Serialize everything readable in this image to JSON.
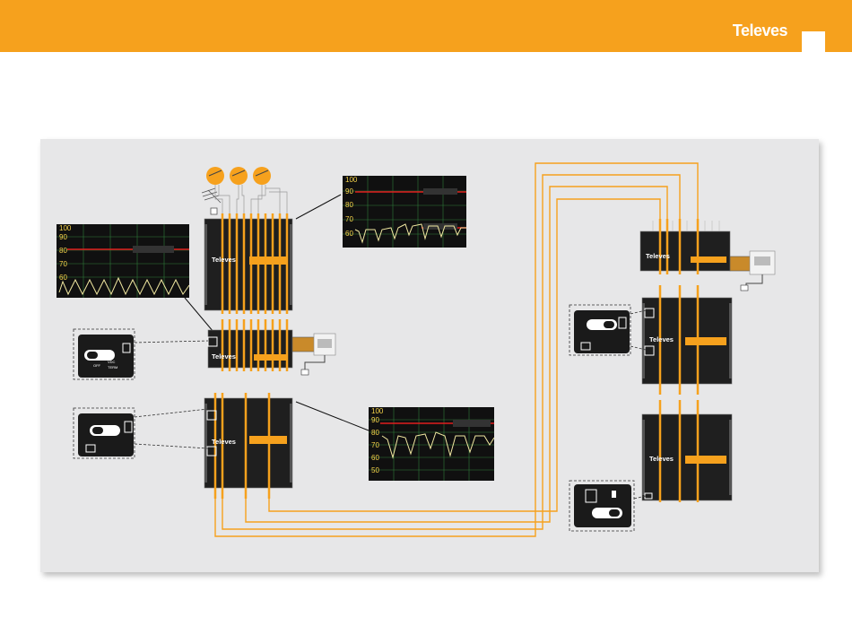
{
  "header": {
    "brand": "Televes",
    "brand_color": "#f6a11d"
  },
  "colors": {
    "panel": "#e7e7e8",
    "cable": "#f6a11d",
    "device": "#1f1f1f",
    "spectrum_bg": "#101010",
    "spectrum_grid": "#2f7d3a",
    "spectrum_ref": "#e01e1e",
    "spectrum_trace": "#f0e7a0"
  },
  "icons": [
    "satellite-dish-icon",
    "terrestrial-antenna-icon",
    "power-supply-icon",
    "plug-icon"
  ],
  "spectra": [
    {
      "id": "spectrum-top",
      "y_ticks": [
        "100",
        "90",
        "80",
        "70",
        "60"
      ]
    },
    {
      "id": "spectrum-left",
      "y_ticks": [
        "100",
        "90",
        "80",
        "70",
        "60"
      ]
    },
    {
      "id": "spectrum-bottom",
      "y_ticks": [
        "100",
        "90",
        "80",
        "70",
        "60",
        "50"
      ]
    }
  ],
  "devices": [
    {
      "id": "multiswitch-left-1",
      "label": "Televes"
    },
    {
      "id": "amplifier-left",
      "label": "Televes"
    },
    {
      "id": "multiswitch-left-2",
      "label": "Televes"
    },
    {
      "id": "amplifier-right",
      "label": "Televes"
    },
    {
      "id": "multiswitch-right-1",
      "label": "Televes"
    },
    {
      "id": "multiswitch-right-2",
      "label": "Televes"
    }
  ],
  "switch_callouts": [
    {
      "id": "callout-amplifier",
      "labels": [
        "OFF",
        "VDC",
        "TERM"
      ]
    },
    {
      "id": "callout-left-ms",
      "labels": []
    },
    {
      "id": "callout-right-ms",
      "labels": []
    },
    {
      "id": "callout-right-bottom",
      "labels": []
    }
  ]
}
